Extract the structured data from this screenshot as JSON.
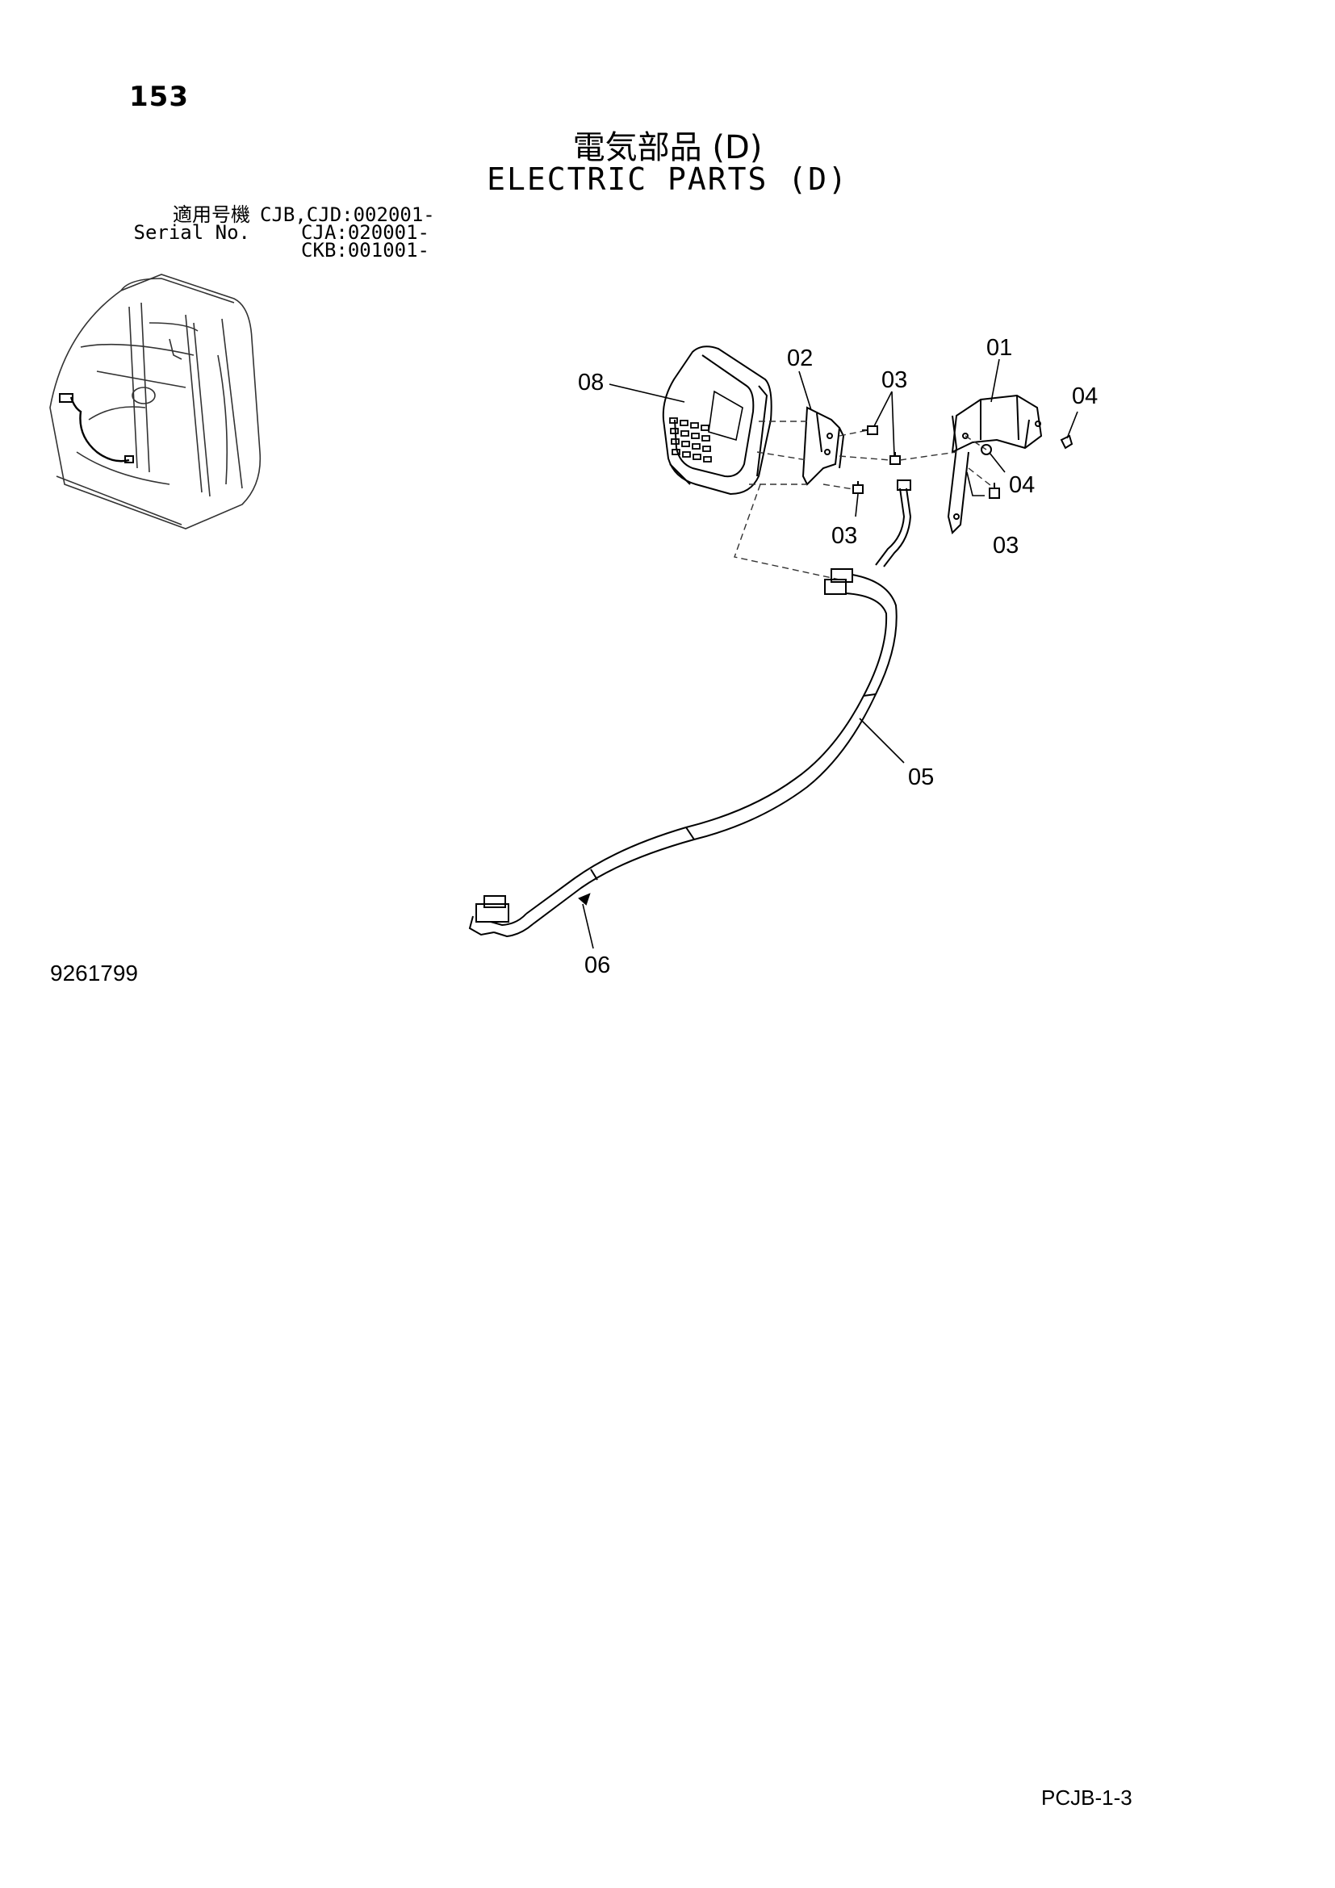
{
  "page_number": "153",
  "title_jp": "電気部品 (D)",
  "title_en": "ELECTRIC PARTS (D)",
  "serial_info": {
    "label_jp": "適用号機",
    "label_en": "Serial No.",
    "values": [
      "CJB,CJD:002001-",
      "CJA:020001-",
      "CKB:001001-"
    ]
  },
  "callouts": {
    "c01": "01",
    "c02": "02",
    "c03_top": "03",
    "c04_right": "04",
    "c04_mid": "04",
    "c03_right": "03",
    "c03_bottom": "03",
    "c08": "08",
    "c05": "05",
    "c06": "06"
  },
  "drawing_number": "9261799",
  "sheet_code": "PCJB-1-3"
}
